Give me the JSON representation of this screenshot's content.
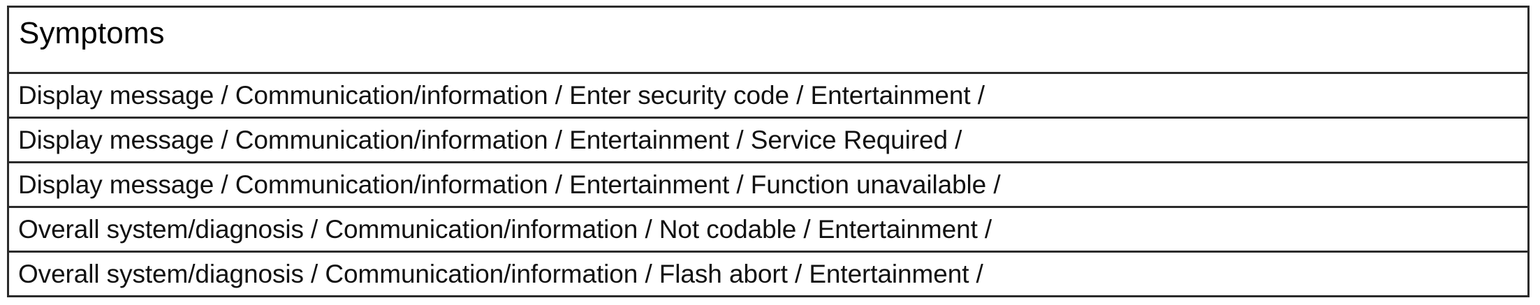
{
  "table": {
    "header": {
      "label": "Symptoms"
    },
    "rows": [
      {
        "text": "Display message / Communication/information / Enter security code / Entertainment /"
      },
      {
        "text": "Display message / Communication/information / Entertainment / Service Required /"
      },
      {
        "text": "Display message / Communication/information / Entertainment / Function unavailable /"
      },
      {
        "text": "Overall system/diagnosis / Communication/information / Not codable / Entertainment /"
      },
      {
        "text": "Overall system/diagnosis / Communication/information / Flash abort / Entertainment /"
      }
    ]
  },
  "colors": {
    "border": "#2b2b2b",
    "background": "#ffffff",
    "text": "#111111"
  }
}
